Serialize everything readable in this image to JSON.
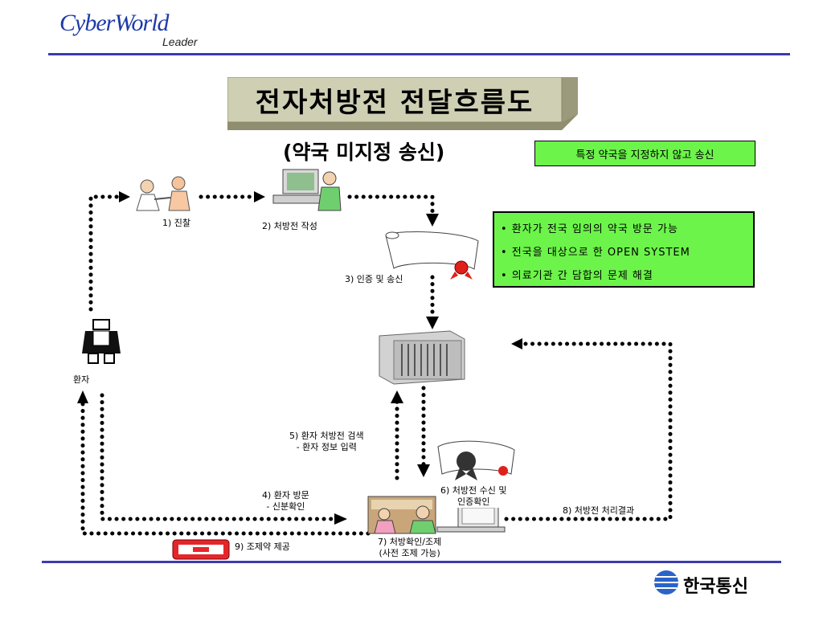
{
  "logo": {
    "main": "CyberWorld",
    "sub": "Leader"
  },
  "title": "전자처방전 전달흐름도",
  "subtitle": "(약국 미지정 송신)",
  "note": "특정 약국을 지정하지 않고 송신",
  "bullets": [
    "• 환자가 전국 임의의 약국 방문 가능",
    "• 전국을 대상으로 한 OPEN SYSTEM",
    "• 의료기관 간 담합의 문제 해결"
  ],
  "steps": {
    "s1": "1) 진찰",
    "s2": "2) 처방전 작성",
    "s3": "3) 인증 및 송신",
    "s4a": "4) 환자 방문",
    "s4b": "- 신분확인",
    "s5a": "5) 환자 처방전 검색",
    "s5b": "- 환자 정보 입력",
    "s6a": "6) 처방전 수신 및",
    "s6b": "인증확인",
    "s7a": "7) 처방확인/조제",
    "s7b": "(사전 조제 가능)",
    "s8": "8) 처방전 처리결과",
    "s9": "9) 조제약 제공"
  },
  "patient_label": "환자",
  "company": "한국통신",
  "colors": {
    "accent_line": "#3b3bb0",
    "green_box": "#6cf44a",
    "logo_blue": "#1e3aa8"
  }
}
